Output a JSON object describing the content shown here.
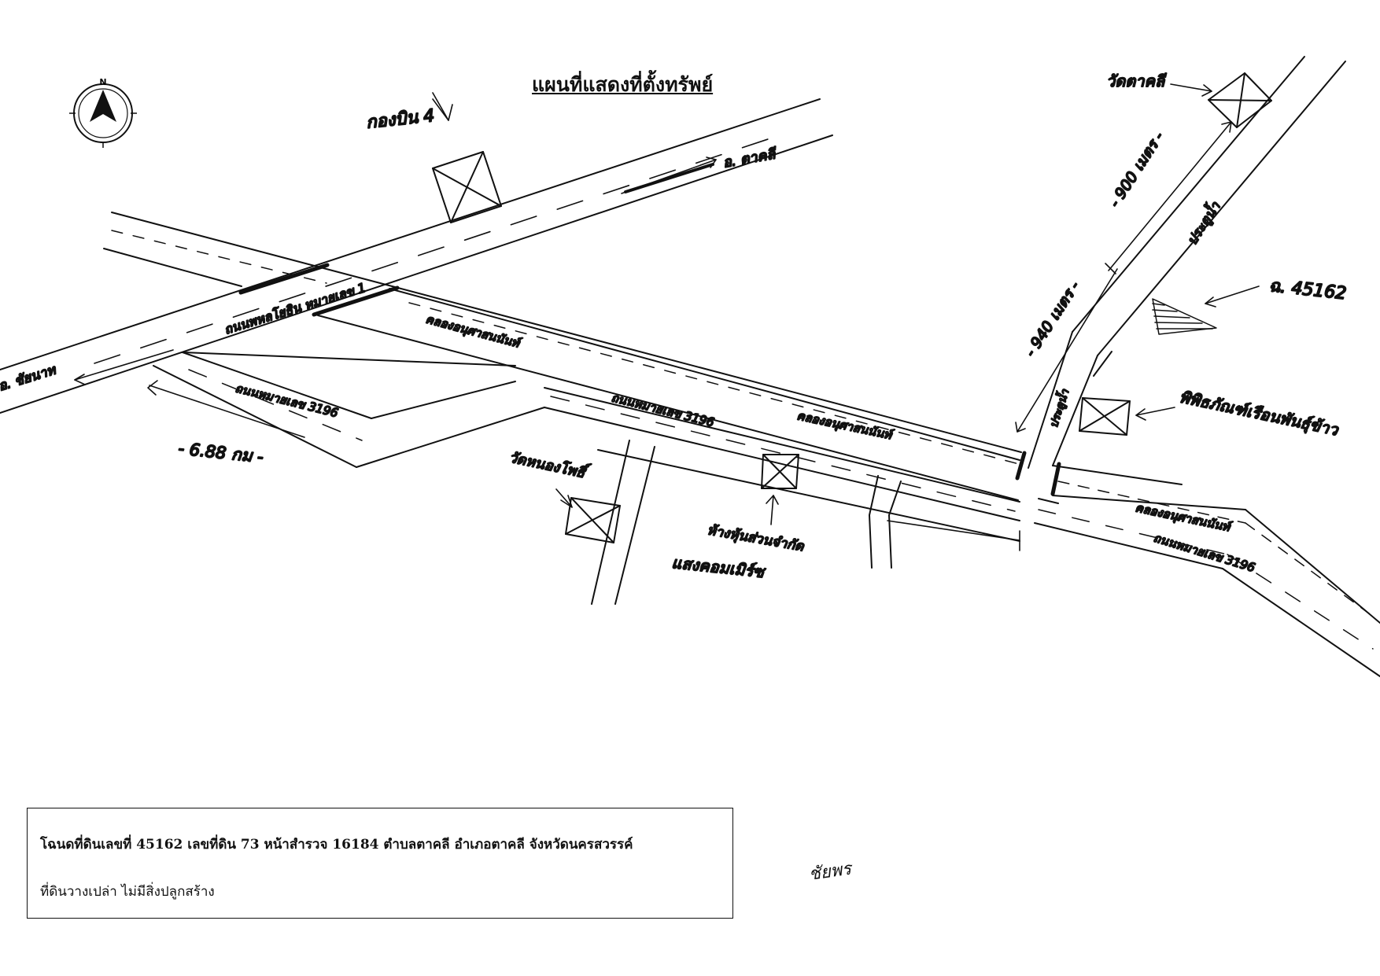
{
  "title": "แผนที่แสดงที่ตั้งทรัพย์",
  "compass": {
    "letter": "N"
  },
  "labels": {
    "kong_bin": "กองบิน 4",
    "to_takli": "อ. ตาคลี",
    "wat_takli": "วัดตาคลี",
    "dist_900": "- 900 เมตร -",
    "dist_940": "- 940 เมตร -",
    "irrigation": "ประตูน้ำ",
    "land_no": "ฉ. 45162",
    "highway_1": "ถนนพหลโยธิน หมายเลข 1",
    "canal_1": "คลองอนุศาสนนันท์",
    "to_chainat": "อ. ชัยนาท",
    "road_3196_a": "ถนนหมายเลข 3196",
    "dist_688": "- 6.88 กม -",
    "road_3196_b": "ถนนหมายเลข 3196",
    "canal_2": "คลองอนุศาสนนันท์",
    "water_gate": "ประตูน้ำ",
    "wat_nong_pho": "วัดหนองโพธิ์",
    "museum": "พิพิธภัณฑ์เรือนพันธุ์ข้าว",
    "shop": "ห้างหุ้นส่วนจำกัด",
    "sharing": "แสงคอมเมิร์ซ",
    "canal_3": "คลองอนุศาสนนันท์",
    "road_3196_c": "ถนนหมายเลข 3196"
  },
  "info": {
    "line1": "โฉนดที่ดินเลขที่  45162  เลขที่ดิน  73  หน้าสำรวจ  16184  ตำบลตาคลี  อำเภอตาคลี  จังหวัดนครสวรรค์",
    "line2": "ที่ดินวางเปล่า ไม่มีสิ่งปลูกสร้าง"
  },
  "signature": "ชัยพร",
  "colors": {
    "ink": "#111111",
    "paper": "#ffffff"
  }
}
